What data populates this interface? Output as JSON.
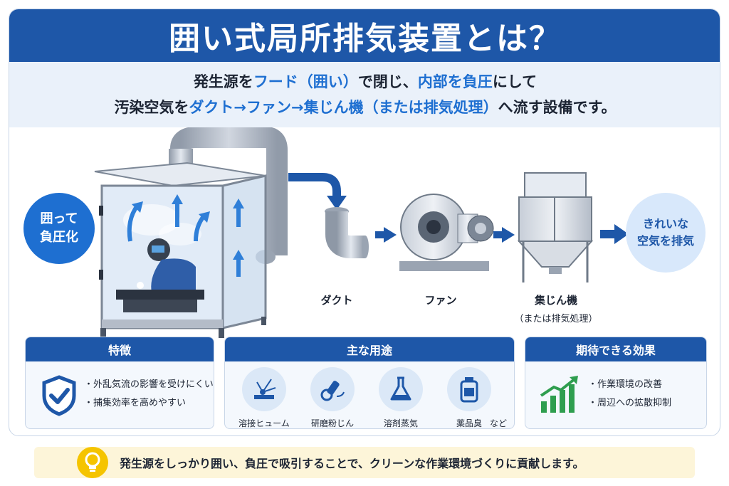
{
  "title": "囲い式局所排気装置とは？",
  "subtitle": {
    "line1": [
      {
        "text": "発生源を",
        "hl": false
      },
      {
        "text": "フード（囲い）",
        "hl": true
      },
      {
        "text": "で閉じ、",
        "hl": false
      },
      {
        "text": "内部を負圧",
        "hl": true
      },
      {
        "text": "にして",
        "hl": false
      }
    ],
    "line2": [
      {
        "text": "汚染空気を",
        "hl": false
      },
      {
        "text": "ダクト→ファン→集じん機（または排気処理）",
        "hl": true
      },
      {
        "text": "へ流す設備です。",
        "hl": false
      }
    ]
  },
  "diagram": {
    "enclosure_label": "囲って\n負圧化",
    "duct_label": "ダクト",
    "fan_label": "ファン",
    "collector_label": "集じん機",
    "collector_sublabel": "（または排気処理）",
    "clean_label": "きれいな\n空気を排気"
  },
  "panels": {
    "features": {
      "heading": "特徴",
      "items": [
        "外乱気流の影響を受けにくい",
        "捕集効率を高めやすい"
      ]
    },
    "uses": {
      "heading": "主な用途",
      "items": [
        "溶接ヒューム",
        "研磨粉じん",
        "溶剤蒸気",
        "薬品臭"
      ],
      "suffix": "など"
    },
    "effects": {
      "heading": "期待できる効果",
      "items": [
        "作業環境の改善",
        "周辺への拡散抑制"
      ]
    }
  },
  "footer": "発生源をしっかり囲い、負圧で吸引することで、クリーンな作業環境づくりに貢献します。",
  "colors": {
    "title_bar": "#1e57a8",
    "accent_blue": "#1e6fd1",
    "subtitle_band": "#eaf1fa",
    "footer_band": "#fdf5d9",
    "bulb": "#f5c400",
    "chart_green": "#2f9e4f"
  },
  "icons": [
    "shield-check-icon",
    "welding-icon",
    "grinder-icon",
    "flask-icon",
    "chemical-bottle-icon",
    "growth-chart-icon",
    "lightbulb-icon"
  ]
}
